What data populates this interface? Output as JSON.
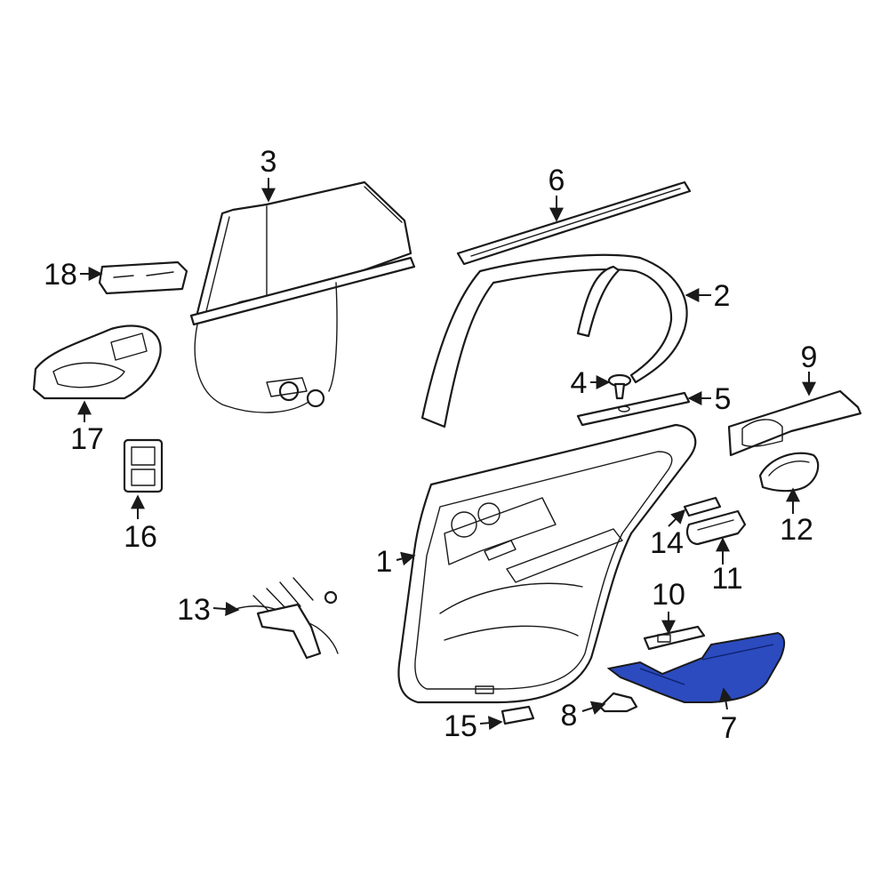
{
  "diagram": {
    "highlight_color": "#2b4bbf",
    "outline_color": "#1a1a1a",
    "callouts": [
      {
        "id": "1",
        "label": "1"
      },
      {
        "id": "2",
        "label": "2"
      },
      {
        "id": "3",
        "label": "3"
      },
      {
        "id": "4",
        "label": "4"
      },
      {
        "id": "5",
        "label": "5"
      },
      {
        "id": "6",
        "label": "6"
      },
      {
        "id": "7",
        "label": "7",
        "highlighted": true
      },
      {
        "id": "8",
        "label": "8"
      },
      {
        "id": "9",
        "label": "9"
      },
      {
        "id": "10",
        "label": "10"
      },
      {
        "id": "11",
        "label": "11"
      },
      {
        "id": "12",
        "label": "12"
      },
      {
        "id": "13",
        "label": "13"
      },
      {
        "id": "14",
        "label": "14"
      },
      {
        "id": "15",
        "label": "15"
      },
      {
        "id": "16",
        "label": "16"
      },
      {
        "id": "17",
        "label": "17"
      },
      {
        "id": "18",
        "label": "18"
      }
    ]
  }
}
